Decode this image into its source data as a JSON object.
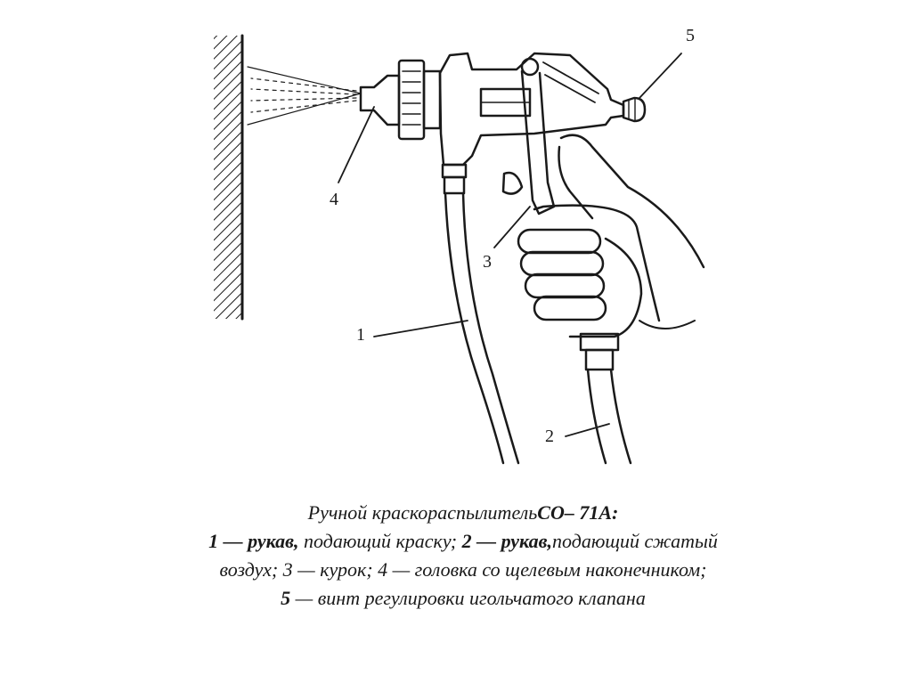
{
  "callouts": {
    "c1": "1",
    "c2": "2",
    "c3": "3",
    "c4": "4",
    "c5": "5"
  },
  "caption": {
    "title": "Ручной краскораспылитель",
    "model": "СО– 71А:",
    "l1_num": "1 —",
    "l1_bold": "рукав,",
    "l1_text": "подающий краску;",
    "l2_num": "2 —",
    "l2_bold": "рукав,",
    "l2_text": "подающий сжатый",
    "l3": "воздух; 3 — курок; 4 — головка со щелевым наконечником;",
    "l4_num": "5",
    "l4_text": "— винт регулировки игольчатого клапана"
  },
  "colors": {
    "ink": "#1a1a1a",
    "background": "#ffffff"
  }
}
